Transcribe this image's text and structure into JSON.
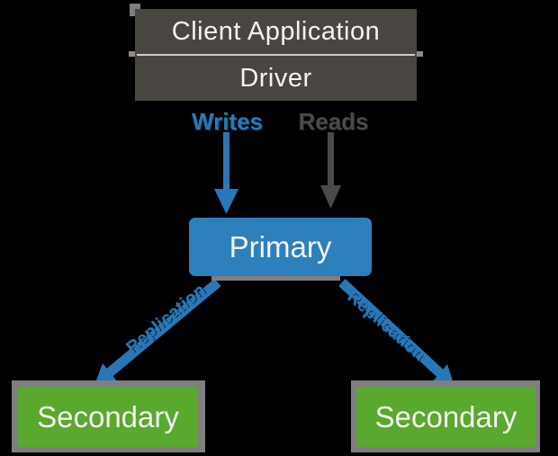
{
  "colors": {
    "background": "#000000",
    "client_box_fill": "#494641",
    "divider": "#cfcdc9",
    "box_text": "#f5f3ef",
    "primary_fill": "#2e80bd",
    "secondary_fill": "#58a92d",
    "writes_blue": "#2878b8",
    "reads_gray": "#4a4a4a",
    "shadow_gray": "#7f7f7f"
  },
  "client_box": {
    "line1": "Client Application",
    "line2": "Driver"
  },
  "arrows": {
    "writes_label": "Writes",
    "reads_label": "Reads",
    "replication_left_label": "Replication",
    "replication_right_label": "Replication"
  },
  "nodes": {
    "primary": {
      "label": "Primary"
    },
    "secondary_left": {
      "label": "Secondary"
    },
    "secondary_right": {
      "label": "Secondary"
    }
  }
}
